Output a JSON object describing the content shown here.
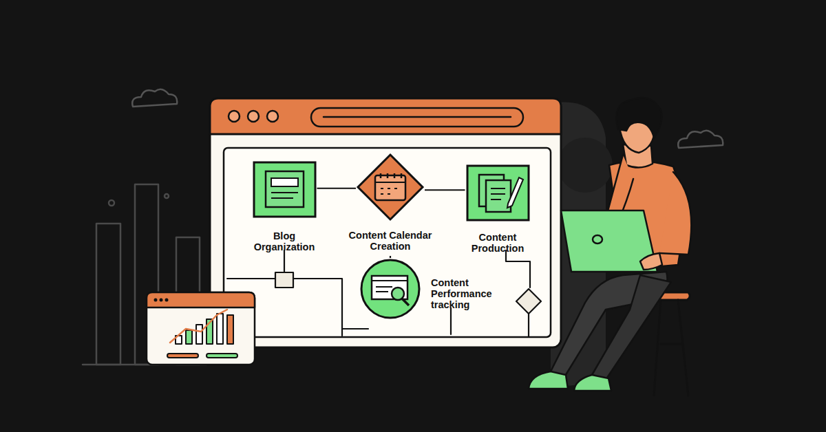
{
  "diagram": {
    "nodes": [
      {
        "text": [
          "Blog Organization"
        ]
      },
      {
        "text": [
          "Content Calendar Creation"
        ]
      },
      {
        "text": [
          "Content Production"
        ]
      },
      {
        "text": [
          "Content Performance tracking"
        ]
      }
    ],
    "edges": [
      {
        "from": 0,
        "to": 1,
        "arrow": "none"
      },
      {
        "from": 1,
        "to": 2,
        "arrow": "none"
      },
      {
        "from": 1,
        "to": 3,
        "arrow": "none"
      }
    ]
  }
}
